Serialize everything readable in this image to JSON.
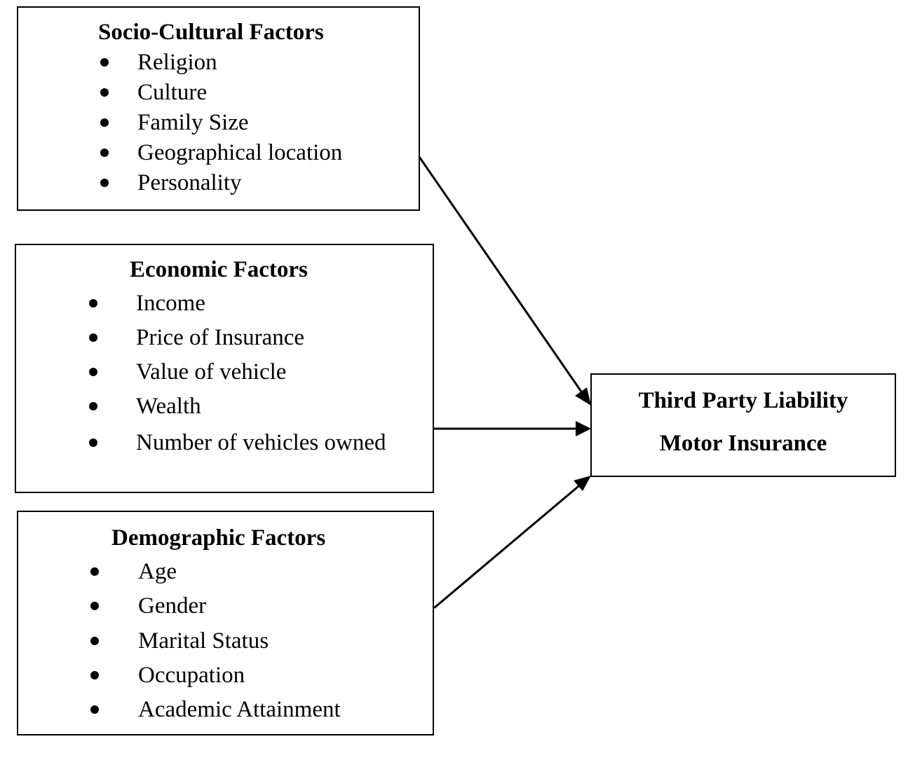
{
  "socio_cultural": {
    "title": "Socio-Cultural Factors",
    "items": [
      "Religion",
      "Culture",
      "Family Size",
      "Geographical location",
      "Personality"
    ]
  },
  "economic": {
    "title": "Economic Factors",
    "items": [
      "Income",
      "Price of Insurance",
      "Value of vehicle",
      "Wealth",
      "Number of vehicles owned"
    ]
  },
  "demographic": {
    "title": "Demographic Factors",
    "items": [
      "Age",
      "Gender",
      "Marital Status",
      "Occupation",
      "Academic Attainment"
    ]
  },
  "target": {
    "line1": "Third Party Liability",
    "line2": "Motor Insurance"
  }
}
